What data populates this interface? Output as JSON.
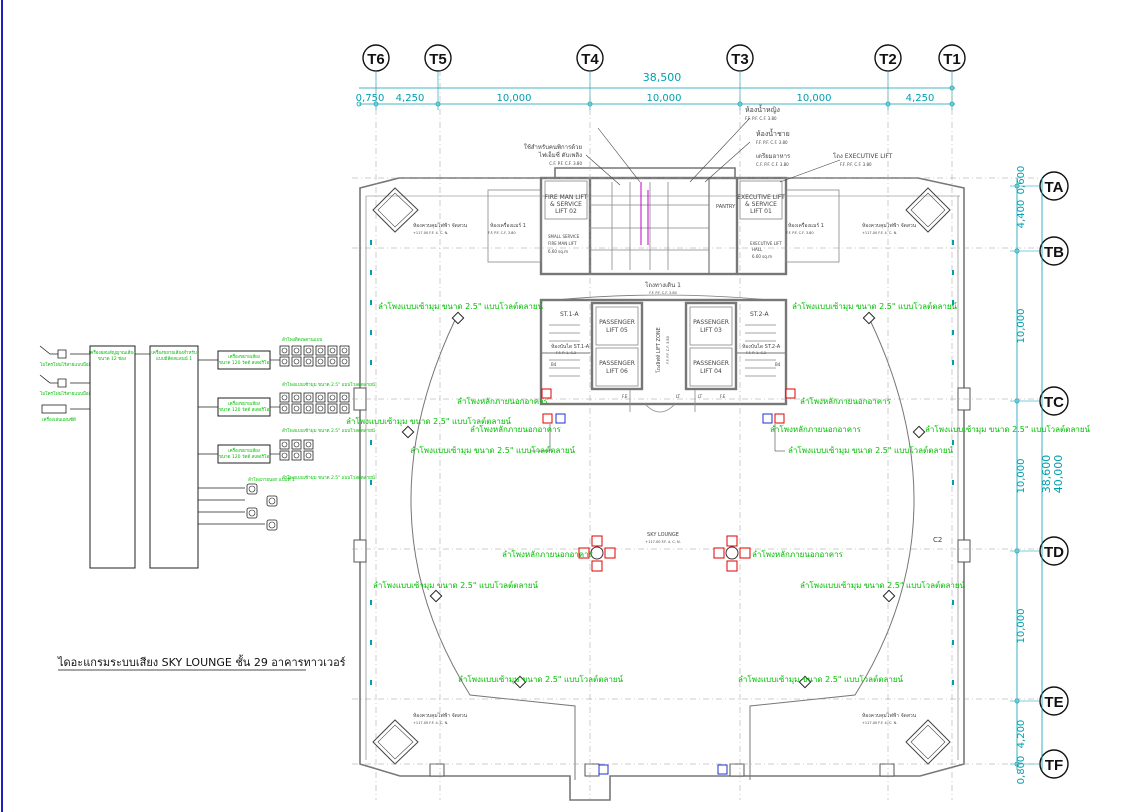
{
  "colors": {
    "green": "#00c000",
    "cyan": "#00a0b0",
    "line": "#555555",
    "wall": "#777777",
    "red": "#e00000",
    "blue": "#1c2fd0",
    "magenta": "#c000c0",
    "frame": "#2020c0"
  },
  "grid_top": {
    "labels": [
      "T6",
      "T5",
      "T4",
      "T3",
      "T2",
      "T1"
    ],
    "overall": "38,500",
    "spans": [
      "0,750",
      "4,250",
      "10,000",
      "10,000",
      "10,000",
      "4,250"
    ]
  },
  "grid_right": {
    "labels": [
      "TA",
      "TB",
      "TC",
      "TD",
      "TE",
      "TF"
    ],
    "spans": [
      "0,600",
      "4,400",
      "10,000",
      "10,000",
      "10,000",
      "4,200",
      "0,800"
    ],
    "total_a": "38,600",
    "total_b": "40,000"
  },
  "rooms": {
    "male_toilet": "ห้องน้ำหญิง",
    "male_toilet_sub": "F.F. P.F. C.F. 3.80",
    "female_toilet": "ห้องน้ำชาย",
    "female_toilet_sub": "F.F. P.F. C.F. 3.80",
    "pantry_label": "เตรียมอาหาร",
    "pantry_sub": "C.F. P.F. C.F. 3.80",
    "disabled_toilet": "ใช้สำหรับคนพิการด้วย",
    "disabled_toilet_2": "ไฟเอ็มซี่ ดับเพลิง",
    "disabled_sub": "C.F. P.F. C.F. 3.80",
    "exec_lift_label": "โถง EXECUTIVE LIFT",
    "exec_lift_sub": "F.F. P.F. C.F. 3.80",
    "fireman_lift": "FIRE MAN LIFT",
    "service_lift_02": "& SERVICE",
    "lift_02": "LIFT 02",
    "exec_lift": "EXECUTIVE LIFT",
    "service_lift_01": "& SERVICE",
    "lift_01": "LIFT 01",
    "pantry": "PANTRY",
    "small_service": "SMALL SERVICE",
    "fireman_hall": "FIRE MAN LIFT",
    "exec_hall": "EXECUTIVE LIFT",
    "exec_hall_2": "HALL",
    "area_1": "6.60 sq.m",
    "area_2": "6.60 sq.m",
    "riser_l": "ห้องเครื่องแมร์ 1",
    "riser_l_sub": "F.F. P.F. C.F. 3.80",
    "riser_r": "ห้องเครื่องแมร์ 1",
    "riser_r_sub": "F.F. P.F. C.F. 3.80",
    "corner_tl": "ห้องควบคุมไฟฟ้า  จัดสวน",
    "corner_tl_sub": "+117.00 F.F. 4.     C.     N.",
    "corner_tr": "ห้องควบคุมไฟฟ้า  จัดสวน",
    "corner_tr_sub": "+117.00 F.F. 4.     C.     N.",
    "corner_bl": "ห้องควบคุมไฟฟ้า  จัดสวน",
    "corner_bl_sub": "+117.00 F.F. 4.     C.     N.",
    "corner_br": "ห้องควบคุมไฟฟ้า  จัดสวน",
    "corner_br_sub": "+117.00 F.F. 4.     C.     N.",
    "lobby": "โถงทางเดิน 1",
    "lobby_sub": "F.F. P.F. C.F. 3.80",
    "stair_l": "ST.1-A",
    "stair_l_2": "ห้องบันได ST.1-A",
    "stair_l_sub": "F.F. P. 1.  C.2",
    "stair_r": "ST.2-A",
    "stair_r_2": "ห้องบันได ST.2-A",
    "stair_r_sub": "F.F. P. 1.  C.2",
    "lift_05_a": "PASSENGER",
    "lift_05_b": "LIFT 05",
    "lift_06_a": "PASSENGER",
    "lift_06_b": "LIFT 06",
    "lift_03_a": "PASSENGER",
    "lift_03_b": "LIFT 03",
    "lift_04_a": "PASSENGER",
    "lift_04_b": "LIFT 04",
    "lift_zone": "โถงลิฟท์ LIFT ZONE",
    "lift_zone_sub": "F.F. P.F. C.F. 3.80",
    "sky_lounge": "SKY LOUNGE",
    "sky_lounge_sub": "+117.00 F.F. 4.     C.     N.",
    "c2": "C2",
    "b4_l": "B4",
    "b4_r": "B4",
    "fe_l": "F.E",
    "fe_r": "F.E",
    "lt_l": "LT",
    "lt_r": "LT"
  },
  "annotations": {
    "ceiling_speaker": "ลำโพงแบบเซ้ามุม ขนาด 2.5\" แบบโวลต์ตลายน์",
    "column_speaker": "ลำโพงหลักภายนอกอาคาร"
  },
  "riser": {
    "title": "ไดอะแกรมระบบเสียง SKY LOUNGE  ชั้น 29 อาคารทาวเวอร์",
    "src_mic1": "ไมโครโฟนไร้สายแบบมือถือ",
    "src_mic2": "ไมโครโฟนไร้สายแบบมือถือ",
    "src_player": "เครื่องเล่นแผ่นซีดี",
    "mixer_l1": "เครื่องผสมสัญญาณเสียง",
    "mixer_l2": "ขนาด 12 ช่อง",
    "amp_l1": "เครื่องขยายเสียงสำหรับ",
    "amp_l2": "แบบมีลีดสแลนน์ 1",
    "zone1_a": "เครื่องขยายเสียง",
    "zone1_b": "ขนาด 120 วัตต์ สเตอริโอ",
    "zone2_a": "เครื่องขยายเสียง",
    "zone2_b": "ขนาด 120 วัตต์ สเตอริโอ",
    "zone3_a": "เครื่องขยายเสียง",
    "zone3_b": "ขนาด 120 วัตต์ สเตอริโอ",
    "spk_row1_cap": "ลำโพงติดเพดานแบบ",
    "spk_row2_cap": "ลำโพงแบบเซ้ามุม ขนาด 2.5\" แบบโวลต์ตลายน์",
    "spk_row3_cap": "ลำโพงแบบเซ้ามุม ขนาด 2.5\" แบบโวลต์ตลายน์",
    "spk_row4_cap": "ลำโพงแบบเซ้ามุม ขนาด 2.5\" แบบโวลต์ตลายน์",
    "spk_out_cap": "ลำโพงภายนอก แบบที่ 1"
  }
}
